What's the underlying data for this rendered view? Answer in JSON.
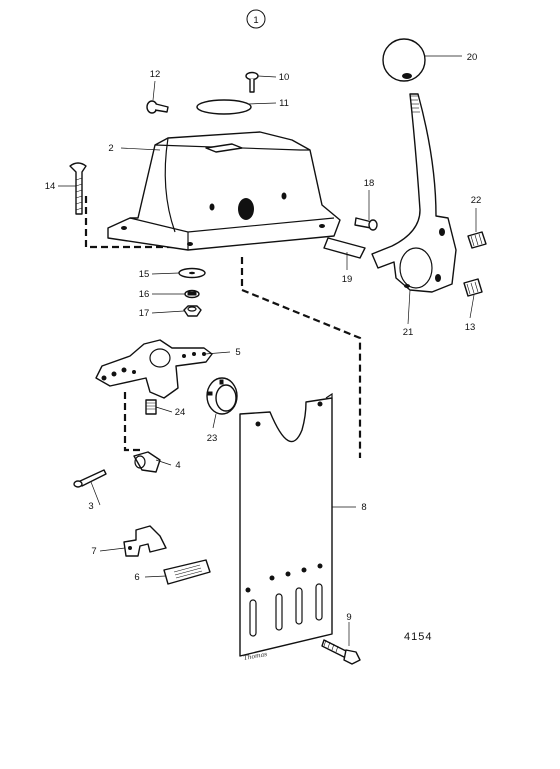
{
  "diagram": {
    "group_marker": "1",
    "drawing_number": "4154",
    "signature": "Thomas",
    "callouts": [
      {
        "id": "c1",
        "label": "1"
      },
      {
        "id": "c2",
        "label": "2"
      },
      {
        "id": "c3",
        "label": "3"
      },
      {
        "id": "c4",
        "label": "4"
      },
      {
        "id": "c5",
        "label": "5"
      },
      {
        "id": "c6",
        "label": "6"
      },
      {
        "id": "c7",
        "label": "7"
      },
      {
        "id": "c8",
        "label": "8"
      },
      {
        "id": "c9",
        "label": "9"
      },
      {
        "id": "c10",
        "label": "10"
      },
      {
        "id": "c11",
        "label": "11"
      },
      {
        "id": "c12",
        "label": "12"
      },
      {
        "id": "c13",
        "label": "13"
      },
      {
        "id": "c14",
        "label": "14"
      },
      {
        "id": "c15",
        "label": "15"
      },
      {
        "id": "c16",
        "label": "16"
      },
      {
        "id": "c17",
        "label": "17"
      },
      {
        "id": "c18",
        "label": "18"
      },
      {
        "id": "c19",
        "label": "19"
      },
      {
        "id": "c20",
        "label": "20"
      },
      {
        "id": "c21",
        "label": "21"
      },
      {
        "id": "c22",
        "label": "22"
      },
      {
        "id": "c23",
        "label": "23"
      },
      {
        "id": "c24",
        "label": "24"
      }
    ]
  }
}
